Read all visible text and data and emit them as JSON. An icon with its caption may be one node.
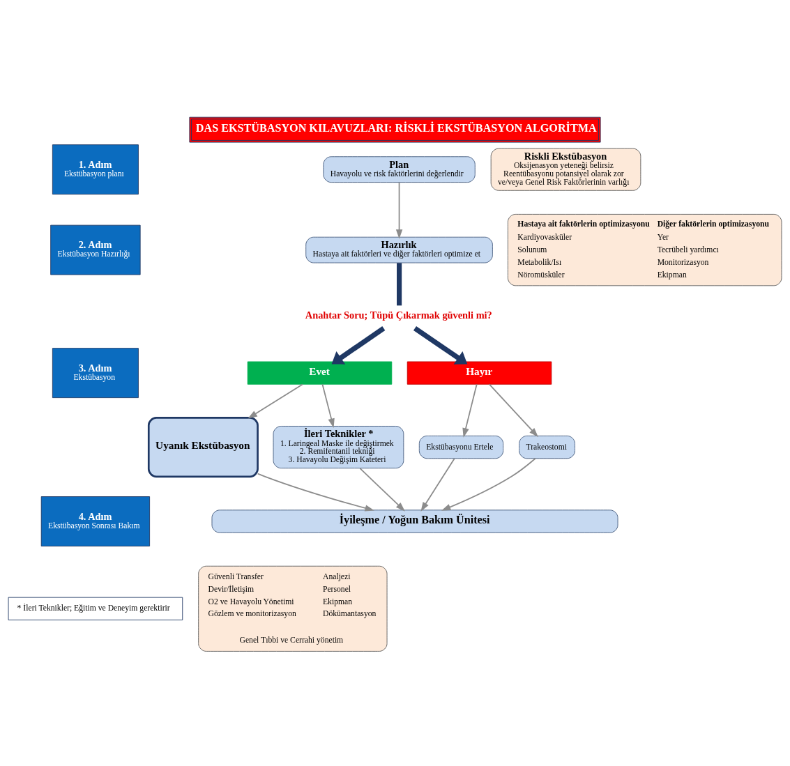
{
  "diagram": {
    "title": "DAS EKSTÜBASYON KILAVUZLARI: RİSKLİ EKSTÜBASYON ALGORİTMA",
    "nodes": [
      {
        "text": [
          "1. Adım",
          "Ekstübasyon planı"
        ]
      },
      {
        "text": [
          "Plan",
          "Havayolu ve risk faktörlerini değerlendir"
        ]
      },
      {
        "text": [
          "Riskli Ekstübasyon",
          "Oksijenasyon yeteneği belirsiz",
          "Reentübasyonu potansiyel olarak zor",
          "ve/veya Genel Risk Faktörlerinin varlığı"
        ]
      },
      {
        "text": [
          "2. Adım",
          "Ekstübasyon Hazırlığı"
        ]
      },
      {
        "text": [
          "Hazırlık",
          "Hastaya ait faktörleri ve diğer faktörleri optimize et"
        ]
      },
      {
        "text": [
          "Hastaya ait faktörlerin optimizasyonu",
          "Kardiyovasküler",
          "Solunum",
          "Metabolik/Isı",
          "Nöromüsküler",
          "Diğer faktörlerin optimizasyonu",
          "Yer",
          "Tecrübeli yardımcı",
          "Monitorizasyon",
          "Ekipman"
        ]
      },
      {
        "text": [
          "Anahtar Soru; Tüpü Çıkarmak güvenli mi?"
        ]
      },
      {
        "text": [
          "3. Adım",
          "Ekstübasyon"
        ]
      },
      {
        "text": [
          "Evet"
        ]
      },
      {
        "text": [
          "Hayır"
        ]
      },
      {
        "text": [
          "Uyanık Ekstübasyon"
        ]
      },
      {
        "text": [
          "İleri Teknikler *",
          "1. Laringeal Maske ile değiştirmek",
          "2. Remifentanil tekniği",
          "3. Havayolu Değişim Kateteri"
        ]
      },
      {
        "text": [
          "Ekstübasyonu Ertele"
        ]
      },
      {
        "text": [
          "Trakeostomi"
        ]
      },
      {
        "text": [
          "4. Adım",
          "Ekstübasyon Sonrası Bakım"
        ]
      },
      {
        "text": [
          "İyileşme / Yoğun Bakım Ünitesi"
        ]
      },
      {
        "text": [
          "* İleri Teknikler; Eğitim ve Deneyim gerektirir"
        ]
      },
      {
        "text": [
          "Güvenli Transfer",
          "Devir/İletişim",
          "O2 ve Havayolu Yönetimi",
          "Gözlem ve monitorizasyon",
          "Analjezi",
          "Personel",
          "Ekipman",
          "Dökümantasyon",
          "Genel Tıbbi ve Cerrahi yönetim"
        ]
      }
    ],
    "edges": [
      {
        "from": 1,
        "to": 4,
        "arrow": "to"
      },
      {
        "from": 4,
        "to": 6,
        "arrow": "none",
        "style": "thick",
        "color": "#1f3864"
      },
      {
        "from": 6,
        "to": 8,
        "arrow": "to",
        "style": "thick",
        "color": "#1f3864"
      },
      {
        "from": 6,
        "to": 9,
        "arrow": "to",
        "style": "thick",
        "color": "#1f3864"
      },
      {
        "from": 8,
        "to": 10,
        "arrow": "to"
      },
      {
        "from": 8,
        "to": 11,
        "arrow": "to"
      },
      {
        "from": 9,
        "to": 12,
        "arrow": "to"
      },
      {
        "from": 9,
        "to": 13,
        "arrow": "to"
      },
      {
        "from": 10,
        "to": 15,
        "arrow": "to"
      },
      {
        "from": 11,
        "to": 15,
        "arrow": "to"
      },
      {
        "from": 12,
        "to": 15,
        "arrow": "to"
      },
      {
        "from": 13,
        "to": 15,
        "arrow": "to"
      }
    ]
  }
}
